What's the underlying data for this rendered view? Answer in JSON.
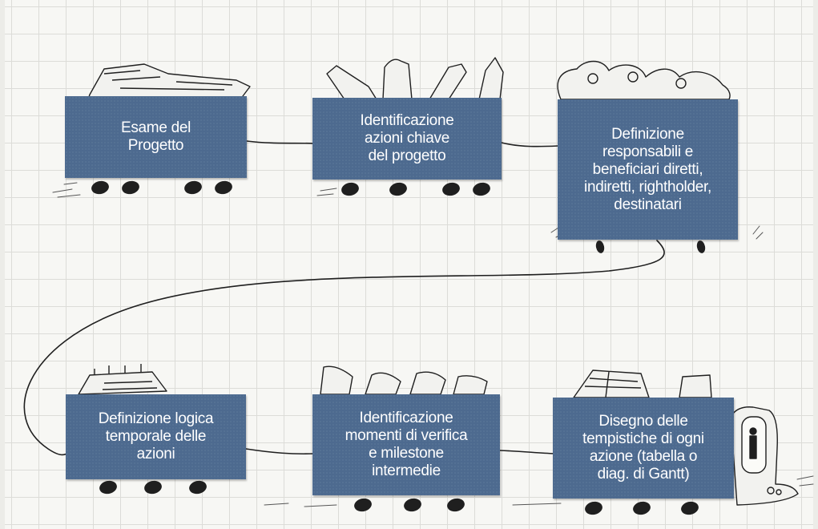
{
  "steps": [
    {
      "label": "Esame del\nProgetto",
      "cargo": "papers"
    },
    {
      "label": "Identificazione\nazioni chiave\ndel progetto",
      "cargo": "tools"
    },
    {
      "label": "Definizione\nresponsabili e\nbeneficiari diretti,\nindiretti, rightholder,\ndestinatari",
      "cargo": "people"
    },
    {
      "label": "Definizione logica\ntemporale delle\nazioni",
      "cargo": "calendar"
    },
    {
      "label": "Identificazione\nmomenti di verifica\ne milestone\nintermedie",
      "cargo": "flags"
    },
    {
      "label": "Disegno delle\ntempistiche di ogni\nazione (tabella o\ndiag. di Gantt)",
      "cargo": "charts"
    }
  ],
  "colors": {
    "wagon": "#4d6a8f",
    "ink": "#1f1f1f",
    "paper": "#f7f7f4"
  }
}
